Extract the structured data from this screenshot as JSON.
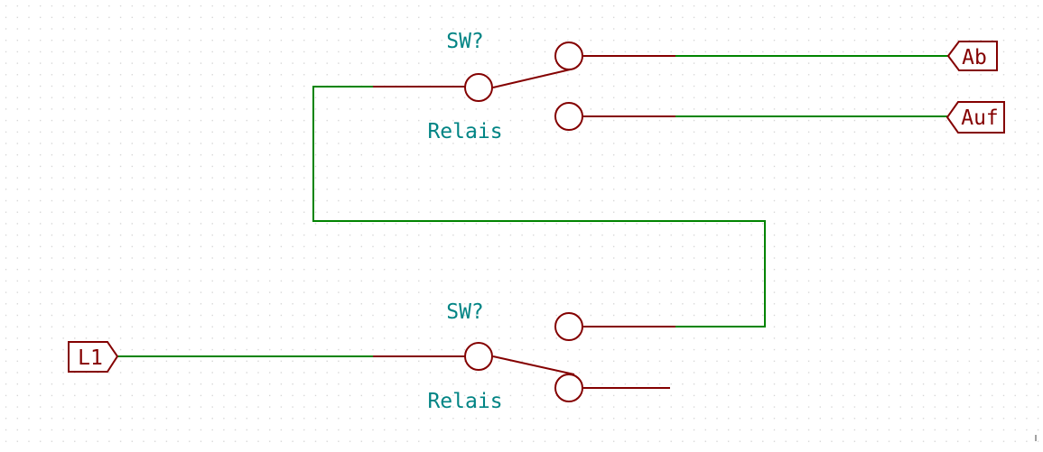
{
  "colors": {
    "wire": "#008400",
    "component": "#840000",
    "reference_text": "#008484",
    "grid_dot": "#c9c9c9",
    "background": "#ffffff"
  },
  "switches": [
    {
      "reference": "SW?",
      "value": "Relais"
    },
    {
      "reference": "SW?",
      "value": "Relais"
    }
  ],
  "ports": {
    "ab": "Ab",
    "auf": "Auf",
    "l1": "L1"
  }
}
